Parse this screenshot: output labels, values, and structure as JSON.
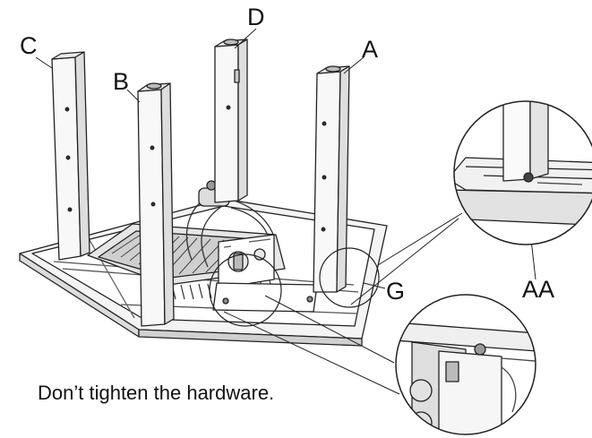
{
  "labels": {
    "leg_a": "A",
    "leg_b": "B",
    "leg_c": "C",
    "leg_d": "D",
    "part_g": "G",
    "bolt_aa": "AA"
  },
  "caption": "Don’t tighten the hardware."
}
